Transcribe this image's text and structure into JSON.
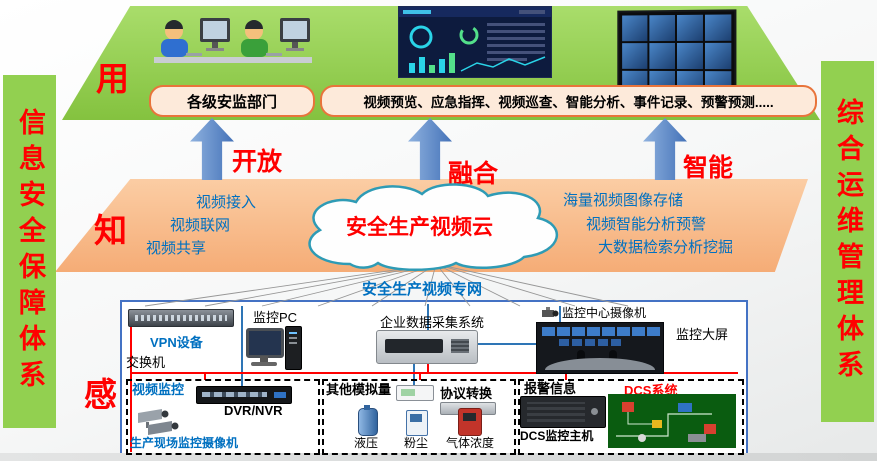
{
  "colors": {
    "platform_green": "#92D050",
    "platform_salmon": "#F5AC76",
    "accent_red": "#FF0000",
    "text_blue": "#0070C0",
    "arrow_blue": "#4472B8",
    "orange_box_border": "#E8743B",
    "bottom_box_border": "#4472C4"
  },
  "sidebars": {
    "left": "信息安全保障体系",
    "right": "综合运维管理体系"
  },
  "top": {
    "tag": "用",
    "dept": "各级安监部门",
    "functions": "视频预览、应急指挥、视频巡查、智能分析、事件记录、预警预测....."
  },
  "arrows": {
    "open": "开放",
    "fusion": "融合",
    "smart": "智能"
  },
  "middle": {
    "tag": "知",
    "cloud": "安全生产视频云",
    "left_items": [
      "视频接入",
      "视频联网",
      "视频共享"
    ],
    "right_items": [
      "海量视频图像存储",
      "视频智能分析预警",
      "大数据检索分析挖掘"
    ]
  },
  "network": {
    "label": "安全生产视频专网"
  },
  "bottom": {
    "tag": "感",
    "vpn": "VPN设备",
    "switch": "交换机",
    "pc": "监控PC",
    "collector": "企业数据采集系统",
    "center_camera": "监控中心摄像机",
    "big_screen": "监控大屏",
    "video_group": {
      "title": "视频监控",
      "dvr": "DVR/NVR",
      "cameras": "生产现场监控摄像机"
    },
    "analog_group": {
      "title": "其他模拟量",
      "protocol": "协议转换",
      "sensors": [
        "液压",
        "粉尘",
        "气体浓度"
      ]
    },
    "alarm_group": {
      "title": "报警信息",
      "dcs": "DCS系统",
      "dcs_host": "DCS监控主机"
    }
  }
}
